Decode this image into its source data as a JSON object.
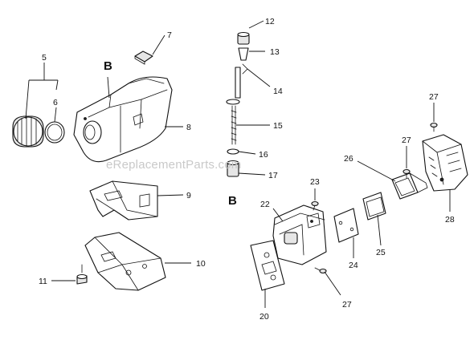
{
  "section_letters": [
    "B",
    "B"
  ],
  "watermark": "eReplacementParts.com",
  "callouts": [
    "5",
    "6",
    "7",
    "8",
    "9",
    "10",
    "11",
    "12",
    "13",
    "14",
    "15",
    "16",
    "17",
    "20",
    "22",
    "23",
    "24",
    "25",
    "26",
    "27",
    "27",
    "27",
    "28"
  ],
  "colors": {
    "ink": "#111111",
    "watermark": "#c9c9c9",
    "background": "#ffffff"
  }
}
